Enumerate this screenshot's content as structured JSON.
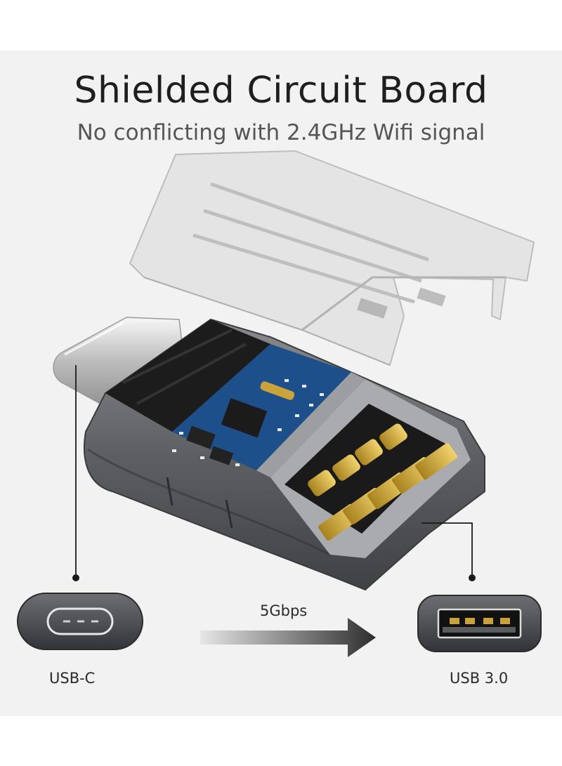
{
  "heading": {
    "title": "Shielded Circuit Board",
    "subtitle": "No conflicting with 2.4GHz Wifi signal"
  },
  "ports": {
    "left_label": "USB-C",
    "right_label": "USB 3.0"
  },
  "transfer": {
    "speed_label": "5Gbps"
  },
  "colors": {
    "panel_bg": "#f2f2f2",
    "housing": "#6b6d70",
    "pcb": "#1d4f8a",
    "gold": "#c9a23a"
  },
  "icons": {
    "left_port": "usb-c-port-icon",
    "right_port": "usb-a-port-icon",
    "arrow": "right-arrow-icon"
  }
}
